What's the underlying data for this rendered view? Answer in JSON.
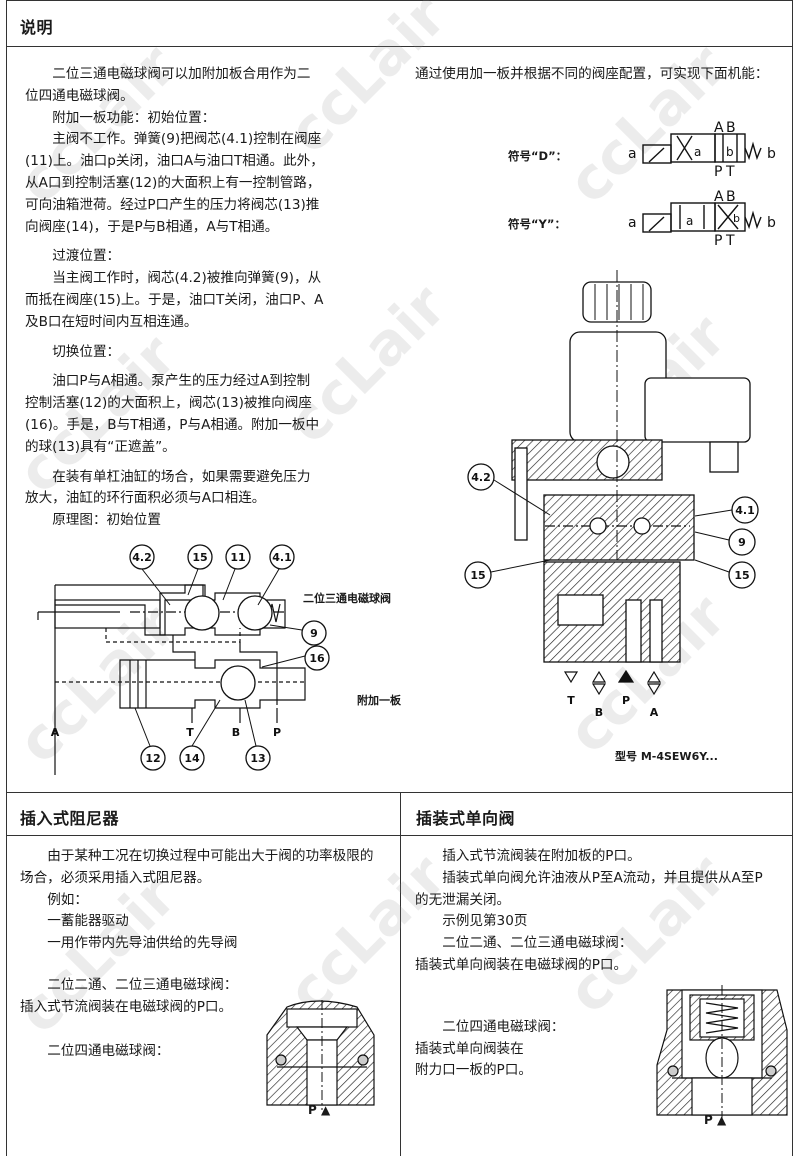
{
  "watermark": "ccLair",
  "section1": {
    "title": "说明",
    "left_paragraphs": [
      [
        "二位三通电磁球阀可以加附加板合用作为二",
        "位四通电磁球阀。"
      ],
      [
        "附加一板功能：初始位置："
      ],
      [
        "主阀不工作。弹簧(9)把阀芯(4.1)控制在阀座",
        "(11)上。油口p关闭，油口A与油口T相通。此外，",
        "从A口到控制活塞(12)的大面积上有一控制管路，",
        "可向油箱泄荷。经过P口产生的压力将阀芯(13)推",
        "向阀座(14)，于是P与B相通，A与T相通。"
      ],
      [
        "过渡位置："
      ],
      [
        "当主阀工作时，阀芯(4.2)被推向弹簧(9)，从",
        "而抵在阀座(15)上。于是，油口T关闭，油口P、A",
        "及B口在短时间内互相连通。"
      ],
      [
        "切换位置："
      ],
      [
        "油口P与A相通。泵产生的压力经过A到控制",
        "控制活塞(12)的大面积上，阀芯(13)被推向阀座",
        "(16)。手是，B与T相通，P与A相通。附加一板中",
        "的球(13)具有“正遮盖”。"
      ],
      [
        "在装有单杠油缸的场合，如果需要避免压力",
        "放大，油缸的环行面积必须与A口相连。"
      ],
      [
        "原理图：初始位置"
      ]
    ],
    "right_intro": "通过使用加一板并根据不同的阀座配置，可实现下面机能：",
    "symbols": [
      {
        "label": "符号“D”：",
        "a": "a",
        "b": "b",
        "A": "A",
        "B": "B",
        "P": "P",
        "T": "T",
        "inner_a": "a",
        "inner_b": "b"
      },
      {
        "label": "符号“Y”：",
        "a": "a",
        "b": "b",
        "A": "A",
        "B": "B",
        "P": "P",
        "T": "T",
        "inner_a": "a",
        "inner_b": "b"
      }
    ],
    "schematic": {
      "callouts": [
        "4.2",
        "15",
        "11",
        "4.1",
        "9",
        "16",
        "12",
        "14",
        "13"
      ],
      "ports": [
        "A",
        "T",
        "B",
        "P"
      ],
      "label_valve": "二位三通电磁球阀",
      "label_plate": "附加一板"
    },
    "section_drawing": {
      "callouts": [
        "4.2",
        "4.1",
        "9",
        "15",
        "15"
      ],
      "ports": [
        "T",
        "B",
        "P",
        "A"
      ],
      "model": "型号 M-4SEW6Y..."
    }
  },
  "section2": {
    "title": "插入式阻尼器",
    "paragraphs": [
      [
        "由于某种工况在切换过程中可能出大于阀的功率极限的",
        "场合，必须采用插入式阻尼器。"
      ],
      [
        "例如："
      ],
      [
        "一蓄能器驱动"
      ],
      [
        "一用作带内先导油供给的先导阀"
      ],
      [
        "二位二通、二位三通电磁球阀：",
        "插入式节流阀装在电磁球阀的P口。"
      ],
      [
        "二位四通电磁球阀："
      ]
    ],
    "port": "P"
  },
  "section3": {
    "title": "插装式单向阀",
    "paragraphs": [
      [
        "插入式节流阀装在附加板的P口。"
      ],
      [
        "插装式单向阀允许油液从P至A流动，并且提供从A至P",
        "的无泄漏关闭。"
      ],
      [
        "示例见第30页"
      ],
      [
        "二位二通、二位三通电磁球阀：",
        "插装式单向阀装在电磁球阀的P口。"
      ],
      [
        "二位四通电磁球阀：",
        "插装式单向阀装在",
        "附力口一板的P口。"
      ]
    ],
    "port": "P"
  }
}
